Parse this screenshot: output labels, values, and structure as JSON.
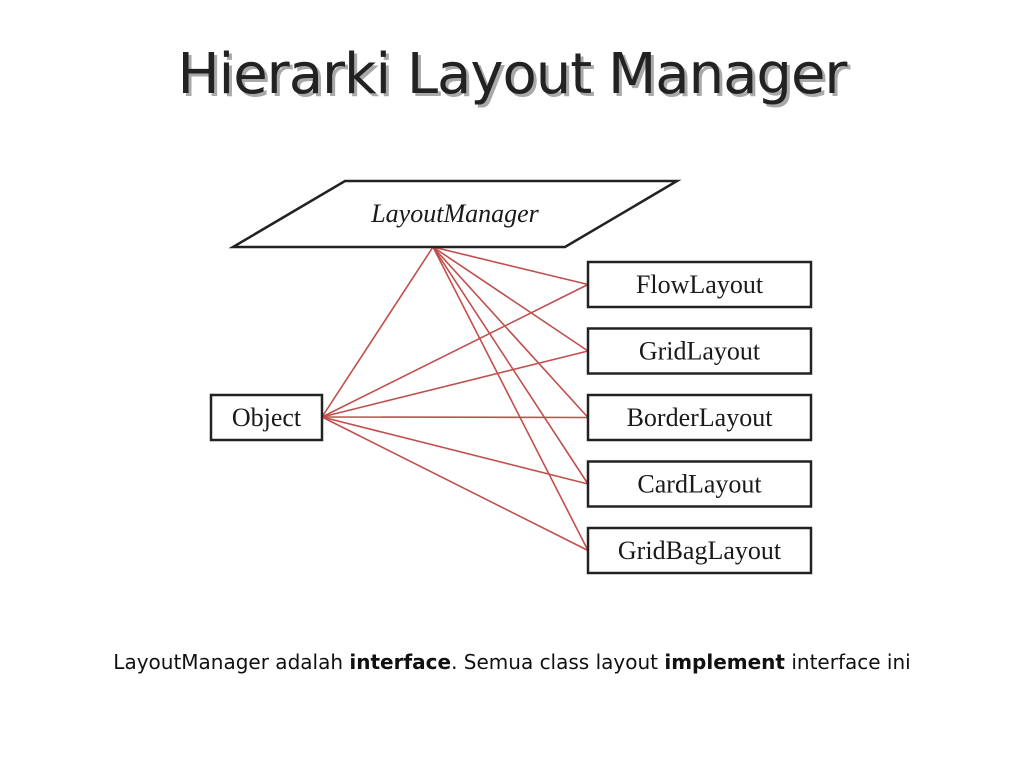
{
  "slide": {
    "title": "Hierarki Layout Manager"
  },
  "diagram": {
    "interface_node": "LayoutManager",
    "base_node": "Object",
    "classes": [
      {
        "id": "flow",
        "label": "FlowLayout"
      },
      {
        "id": "grid",
        "label": "GridLayout"
      },
      {
        "id": "border",
        "label": "BorderLayout"
      },
      {
        "id": "card",
        "label": "CardLayout"
      },
      {
        "id": "gridbag",
        "label": "GridBagLayout"
      }
    ],
    "edges": [
      {
        "from": "LayoutManager",
        "to": "Object"
      },
      {
        "from": "LayoutManager",
        "to": "FlowLayout"
      },
      {
        "from": "LayoutManager",
        "to": "GridLayout"
      },
      {
        "from": "LayoutManager",
        "to": "BorderLayout"
      },
      {
        "from": "LayoutManager",
        "to": "CardLayout"
      },
      {
        "from": "LayoutManager",
        "to": "GridBagLayout"
      },
      {
        "from": "Object",
        "to": "FlowLayout"
      },
      {
        "from": "Object",
        "to": "GridLayout"
      },
      {
        "from": "Object",
        "to": "BorderLayout"
      },
      {
        "from": "Object",
        "to": "CardLayout"
      },
      {
        "from": "Object",
        "to": "GridBagLayout"
      }
    ],
    "edge_color": "#c0504d"
  },
  "caption": {
    "part1": "LayoutManager adalah ",
    "bold1": "interface",
    "part2": ". Semua class layout ",
    "bold2": "implement",
    "part3": " interface ini"
  }
}
